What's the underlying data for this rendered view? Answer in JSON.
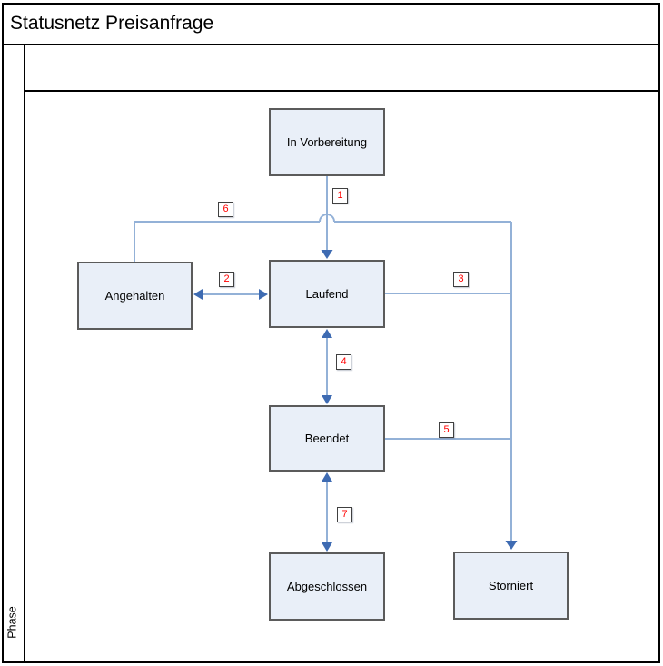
{
  "title": "Statusnetz Preisanfrage",
  "lane_label": "Phase",
  "colors": {
    "box_fill": "#E9EFF8",
    "box_border": "#5B5B5B",
    "connector": "#93B1D7",
    "arrowhead": "#3E6BB2",
    "transition_text": "#FF0000"
  },
  "nodes": [
    {
      "id": "in-vorbereitung",
      "label": "In Vorbereitung"
    },
    {
      "id": "angehalten",
      "label": "Angehalten"
    },
    {
      "id": "laufend",
      "label": "Laufend"
    },
    {
      "id": "beendet",
      "label": "Beendet"
    },
    {
      "id": "abgeschlossen",
      "label": "Abgeschlossen"
    },
    {
      "id": "storniert",
      "label": "Storniert"
    }
  ],
  "transitions": [
    {
      "label": "1",
      "from": "In Vorbereitung",
      "to": "Laufend",
      "bidirectional": false
    },
    {
      "label": "2",
      "from": "Laufend",
      "to": "Angehalten",
      "bidirectional": true
    },
    {
      "label": "3",
      "from": "Laufend",
      "to": "Storniert",
      "bidirectional": false
    },
    {
      "label": "4",
      "from": "Laufend",
      "to": "Beendet",
      "bidirectional": true
    },
    {
      "label": "5",
      "from": "Beendet",
      "to": "Storniert",
      "bidirectional": false
    },
    {
      "label": "6",
      "from": "Angehalten",
      "to": "Storniert",
      "bidirectional": false
    },
    {
      "label": "7",
      "from": "Beendet",
      "to": "Abgeschlossen",
      "bidirectional": true
    }
  ]
}
